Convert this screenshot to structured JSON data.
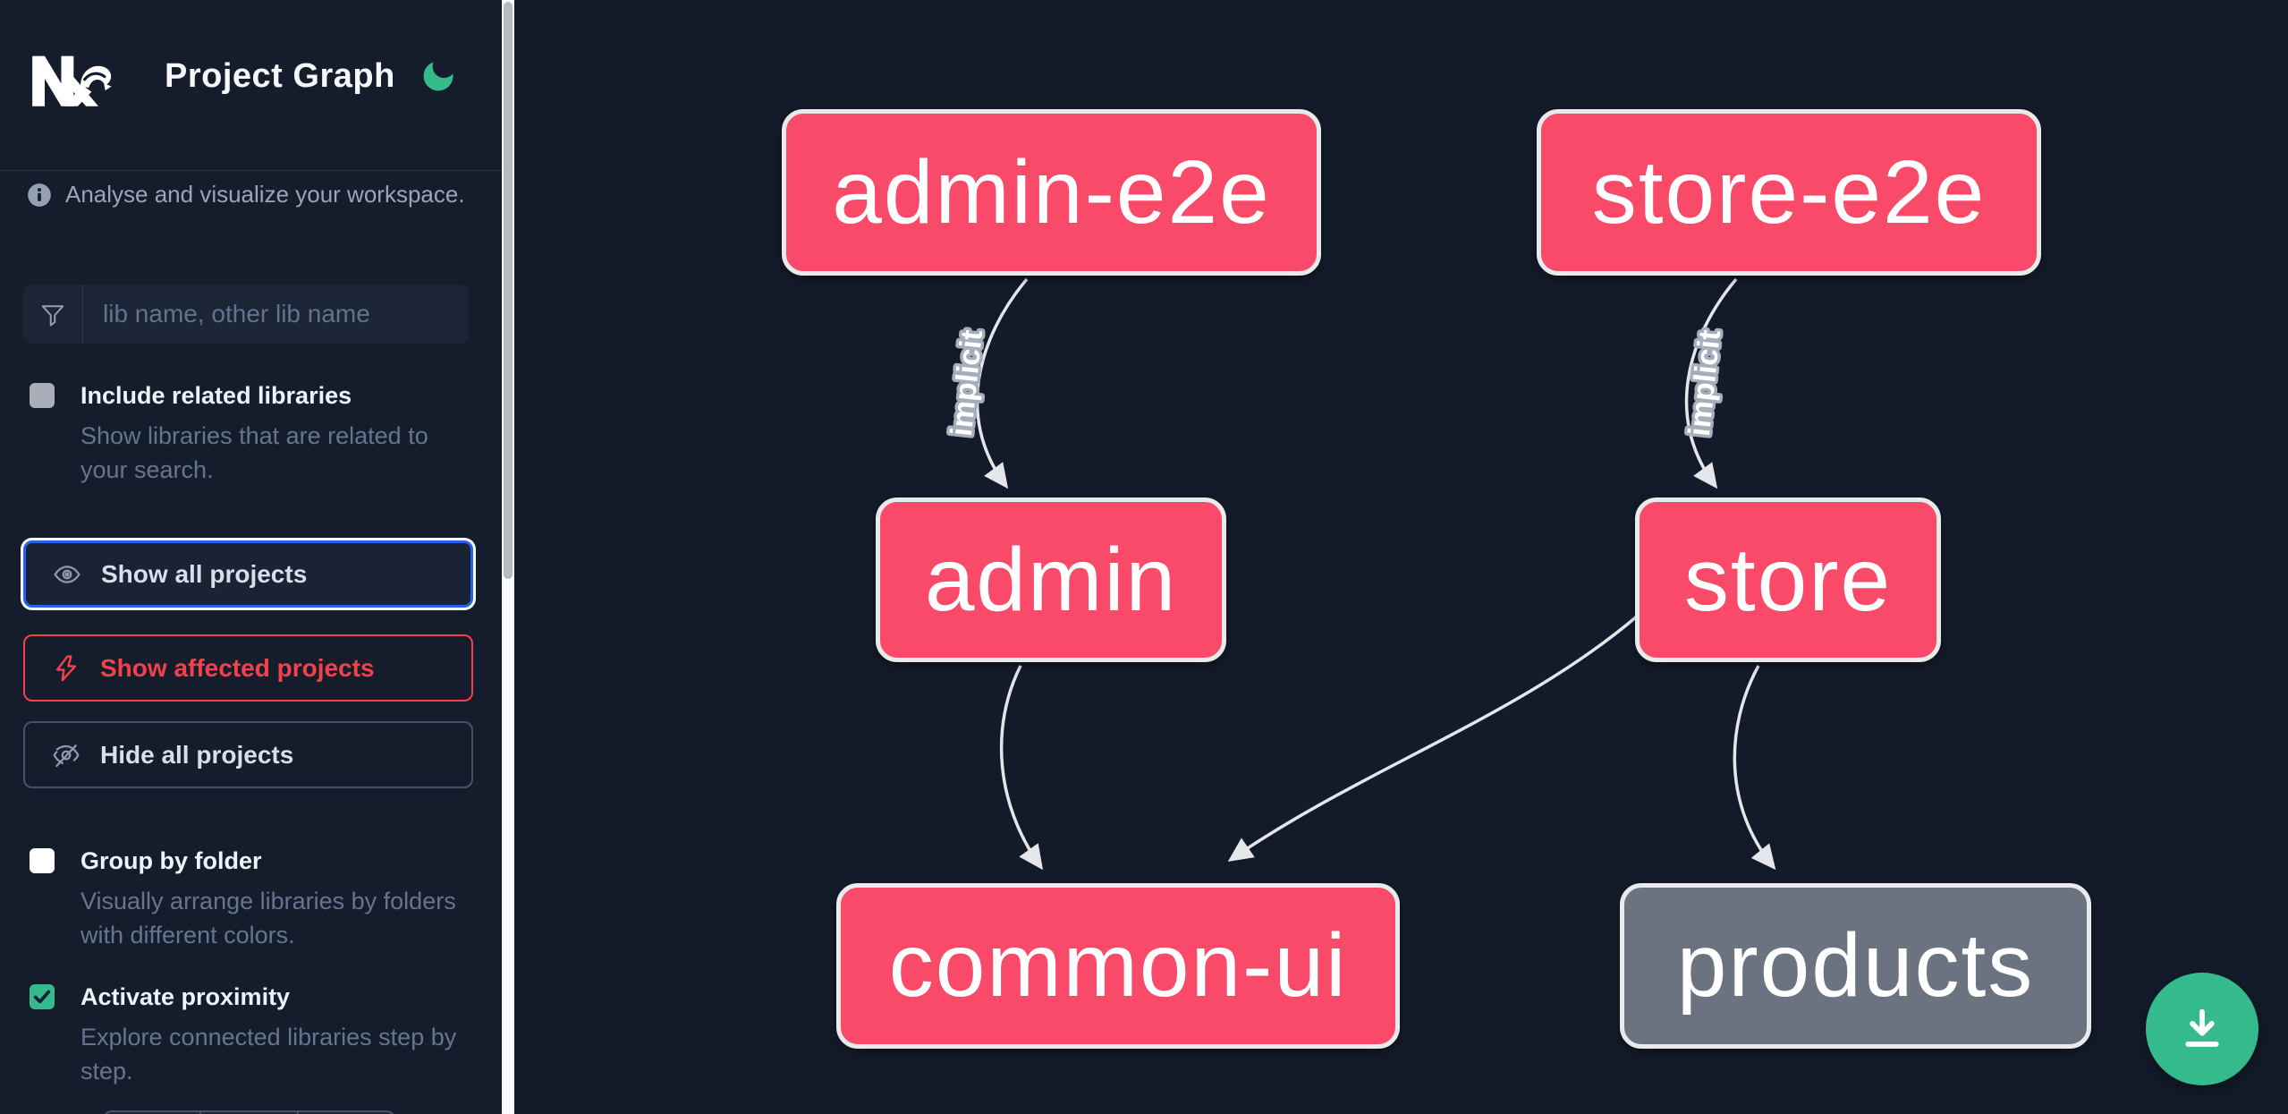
{
  "header": {
    "title": "Project Graph"
  },
  "sidebar": {
    "tagline": "Analyse and visualize your workspace.",
    "search": {
      "placeholder": "lib name, other lib name",
      "value": ""
    },
    "options": [
      {
        "id": "include-related",
        "label": "Include related libraries",
        "description": "Show libraries that are related to your search.",
        "checked": false
      },
      {
        "id": "group-by-folder",
        "label": "Group by folder",
        "description": "Visually arrange libraries by folders with different colors.",
        "checked": false
      },
      {
        "id": "activate-proximity",
        "label": "Activate proximity",
        "description": "Explore connected libraries step by step.",
        "checked": true
      }
    ],
    "actions": [
      {
        "id": "show-all-projects",
        "label": "Show all projects",
        "icon": "eye-icon",
        "state": "focused"
      },
      {
        "id": "show-affected-projects",
        "label": "Show affected projects",
        "icon": "bolt-icon",
        "state": "affected"
      },
      {
        "id": "hide-all-projects",
        "label": "Hide all projects",
        "icon": "eye-off-icon",
        "state": "default"
      }
    ]
  },
  "graph": {
    "nodes": [
      {
        "id": "admin-e2e",
        "label": "admin-e2e",
        "color": "#fa4a69"
      },
      {
        "id": "store-e2e",
        "label": "store-e2e",
        "color": "#fa4a69"
      },
      {
        "id": "admin",
        "label": "admin",
        "color": "#fa4a69"
      },
      {
        "id": "store",
        "label": "store",
        "color": "#fa4a69"
      },
      {
        "id": "common-ui",
        "label": "common-ui",
        "color": "#fa4a69"
      },
      {
        "id": "products",
        "label": "products",
        "color": "#6b7280"
      }
    ],
    "edges": [
      {
        "source": "admin-e2e",
        "target": "admin",
        "label": "implicit"
      },
      {
        "source": "store-e2e",
        "target": "store",
        "label": "implicit"
      },
      {
        "source": "admin",
        "target": "common-ui",
        "label": ""
      },
      {
        "source": "store",
        "target": "common-ui",
        "label": ""
      },
      {
        "source": "store",
        "target": "products",
        "label": ""
      }
    ]
  },
  "colors": {
    "accent_green": "#35ba8c",
    "node_pink": "#fa4a69",
    "node_gray": "#6b7280",
    "focus_blue": "#2563eb",
    "affected_red": "#f4404b",
    "edge": "#e4e6ea"
  }
}
